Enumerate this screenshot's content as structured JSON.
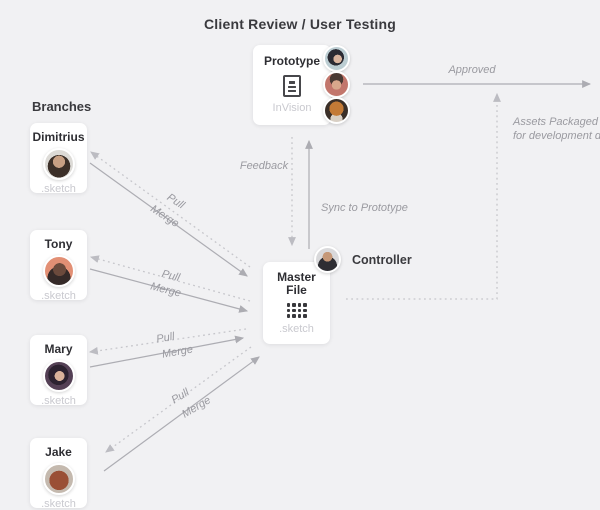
{
  "title": "Client Review / User Testing",
  "colors": {
    "background": "#f1f1f3",
    "card": "#ffffff",
    "text_dark": "#3a3a3e",
    "text_muted": "#c9c9cf",
    "solid_line": "#adadb3",
    "dotted_line": "#c6c6cb",
    "edge_label": "#9a9aa0"
  },
  "branches_heading": "Branches",
  "branches": [
    {
      "name": "Dimitrius",
      "file": ".sketch"
    },
    {
      "name": "Tony",
      "file": ".sketch"
    },
    {
      "name": "Mary",
      "file": ".sketch"
    },
    {
      "name": "Jake",
      "file": ".sketch"
    }
  ],
  "prototype": {
    "name": "Prototype",
    "tool": "InVision",
    "icon": "wireframe-doc-icon",
    "avatar_count": 3
  },
  "master": {
    "name": "Master File",
    "file": ".sketch",
    "icon": "dots-grid-icon"
  },
  "controller_label": "Controller",
  "edges": {
    "approved": "Approved",
    "feedback": "Feedback",
    "sync": "Sync to Prototype",
    "assets_line1": "Assets Packaged",
    "assets_line2": "for development deli",
    "pull": "Pull",
    "merge": "Merge"
  }
}
